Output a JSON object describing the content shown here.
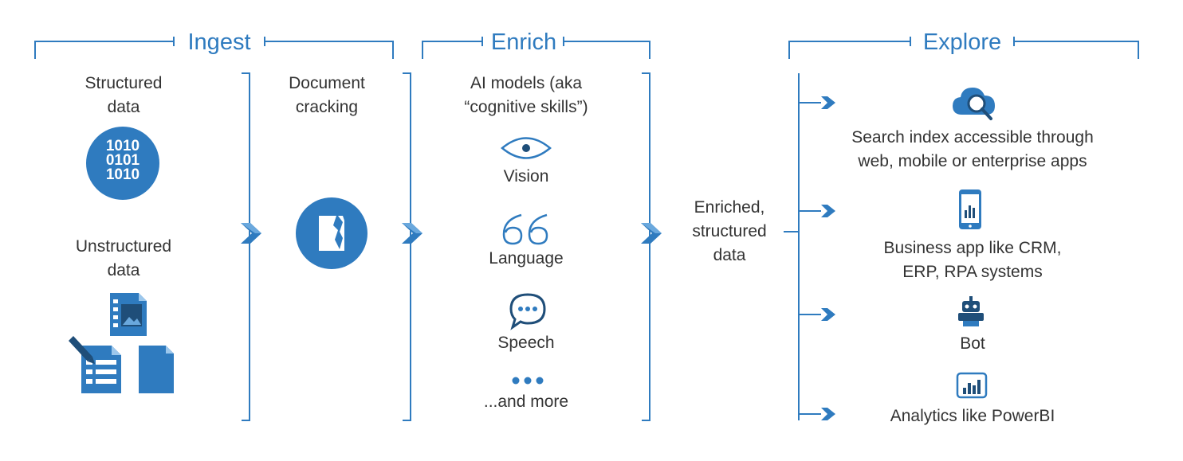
{
  "sections": {
    "ingest": "Ingest",
    "enrich": "Enrich",
    "explore": "Explore"
  },
  "ingest": {
    "structured_label": [
      "Structured",
      "data"
    ],
    "binary_lines": [
      "1010",
      "0101",
      "1010"
    ],
    "unstructured_label": [
      "Unstructured",
      "data"
    ]
  },
  "cracking": {
    "label": [
      "Document",
      "cracking"
    ]
  },
  "enrich": {
    "heading": [
      "AI models (aka",
      "“cognitive skills”)"
    ],
    "skills": [
      "Vision",
      "Language",
      "Speech",
      "...and more"
    ]
  },
  "output": {
    "label": [
      "Enriched,",
      "structured",
      "data"
    ]
  },
  "explore": {
    "targets": [
      [
        "Search index accessible through",
        "web, mobile or enterprise apps"
      ],
      [
        "Business app like CRM,",
        "ERP, RPA systems"
      ],
      [
        "Bot"
      ],
      [
        "Analytics like PowerBI"
      ]
    ]
  },
  "colors": {
    "accent": "#2f7bbf",
    "text": "#333333",
    "dark_icon": "#1f4e79"
  },
  "icons": [
    "binary-data-icon",
    "document-files-icon",
    "document-cracking-icon",
    "eye-icon",
    "quote-icon",
    "speech-bubble-icon",
    "ellipsis-icon",
    "cloud-search-icon",
    "mobile-app-icon",
    "robot-icon",
    "analytics-chart-icon",
    "chevron-right-icon",
    "arrow-right-icon"
  ]
}
